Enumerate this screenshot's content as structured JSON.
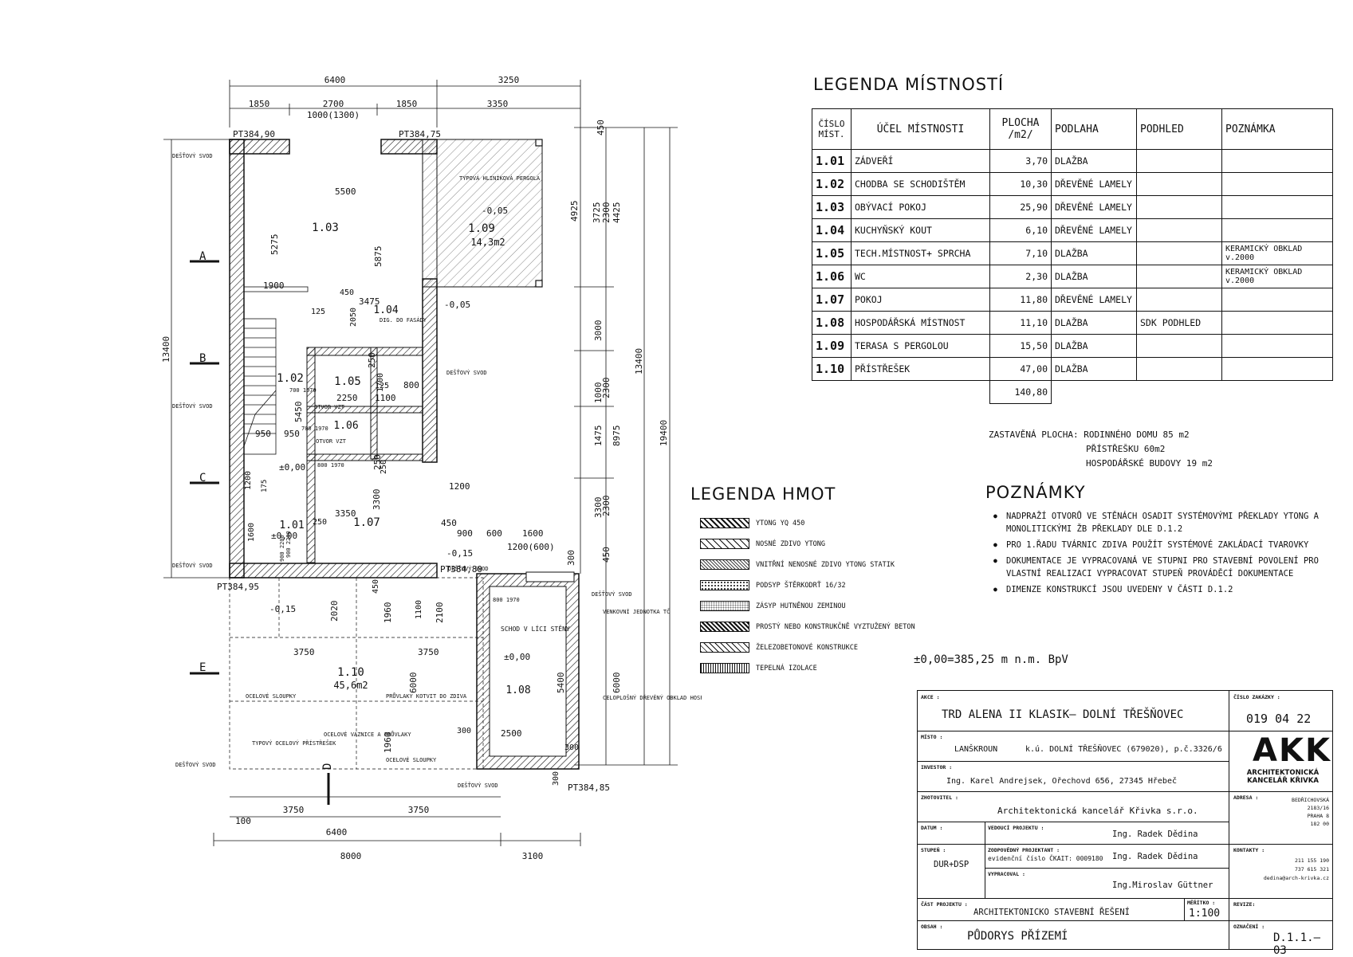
{
  "room_legend": {
    "title": "LEGENDA MÍSTNOSTÍ",
    "headers": {
      "num": "ČÍSLO MÍST.",
      "purpose": "ÚČEL MÍSTNOSTI",
      "area": "PLOCHA /m2/",
      "floor": "PODLAHA",
      "ceiling": "PODHLED",
      "note": "POZNÁMKA"
    },
    "rows": [
      {
        "num": "1.01",
        "purpose": "ZÁDVEŘÍ",
        "area": "3,70",
        "floor": "DLAŽBA",
        "ceiling": "",
        "note": ""
      },
      {
        "num": "1.02",
        "purpose": "CHODBA SE SCHODIŠTĚM",
        "area": "10,30",
        "floor": "DŘEVĚNÉ LAMELY",
        "ceiling": "",
        "note": ""
      },
      {
        "num": "1.03",
        "purpose": "OBÝVACÍ POKOJ",
        "area": "25,90",
        "floor": "DŘEVĚNÉ LAMELY",
        "ceiling": "",
        "note": ""
      },
      {
        "num": "1.04",
        "purpose": "KUCHYŇSKÝ KOUT",
        "area": "6,10",
        "floor": "DŘEVĚNÉ LAMELY",
        "ceiling": "",
        "note": ""
      },
      {
        "num": "1.05",
        "purpose": "TECH.MÍSTNOST+ SPRCHA",
        "area": "7,10",
        "floor": "DLAŽBA",
        "ceiling": "",
        "note": "KERAMICKÝ OBKLAD v.2000"
      },
      {
        "num": "1.06",
        "purpose": "WC",
        "area": "2,30",
        "floor": "DLAŽBA",
        "ceiling": "",
        "note": "KERAMICKÝ OBKLAD v.2000"
      },
      {
        "num": "1.07",
        "purpose": "POKOJ",
        "area": "11,80",
        "floor": "DŘEVĚNÉ LAMELY",
        "ceiling": "",
        "note": ""
      },
      {
        "num": "1.08",
        "purpose": "HOSPODÁŘSKÁ MÍSTNOST",
        "area": "11,10",
        "floor": "DLAŽBA",
        "ceiling": "SDK PODHLED",
        "note": ""
      },
      {
        "num": "1.09",
        "purpose": "TERASA S PERGOLOU",
        "area": "15,50",
        "floor": "DLAŽBA",
        "ceiling": "",
        "note": ""
      },
      {
        "num": "1.10",
        "purpose": "PŘÍSTŘEŠEK",
        "area": "47,00",
        "floor": "DLAŽBA",
        "ceiling": "",
        "note": ""
      }
    ],
    "total": "140,80"
  },
  "built_area": {
    "line1": "ZASTAVĚNÁ PLOCHA: RODINNÉHO DOMU 85 m2",
    "line2": "PŘÍSTŘEŠKU 60m2",
    "line3": "HOSPODÁŘSKÉ BUDOVY 19 m2"
  },
  "notes": {
    "title": "POZNÁMKY",
    "items": [
      "NADPRAŽÍ OTVORŮ VE STĚNÁCH OSADIT SYSTÉMOVÝMI PŘEKLADY YTONG A MONOLITICKÝMI ŽB PŘEKLADY DLE D.1.2",
      "PRO 1.ŘADU TVÁRNIC ZDIVA POUŽÍT SYSTÉMOVÉ ZAKLÁDACÍ TVAROVKY",
      "DOKUMENTACE JE VYPRACOVANÁ VE STUPNI PRO STAVEBNÍ POVOLENÍ PRO VLASTNÍ REALIZACI VYPRACOVAT STUPEŇ PROVÁDĚCÍ DOKUMENTACE",
      "DIMENZE KONSTRUKCÍ JSOU UVEDENY V ČÁSTI D.1.2"
    ]
  },
  "mass_legend": {
    "title": "LEGENDA HMOT",
    "items": [
      "YTONG YQ 450",
      "NOSNÉ ZDIVO YTONG",
      "VNITŘNÍ NENOSNÉ ZDIVO YTONG STATIK",
      "PODSYP ŠTĚRKODRŤ 16/32",
      "ZÁSYP HUTNĚNOU ZEMINOU",
      "PROSTÝ NEBO KONSTRUKČNĚ VYZTUŽENÝ BETON",
      "ŽELEZOBETONOVÉ KONSTRUKCE",
      "TEPELNÁ IZOLACE"
    ]
  },
  "datum": "±0,00=385,25 m n.m. BpV",
  "title_block": {
    "akce_label": "AKCE :",
    "akce": "TRD ALENA II KLASIK– DOLNÍ TŘEŠŇOVEC",
    "zakazka_label": "ČÍSLO ZAKÁZKY :",
    "zakazka": "019 04 22",
    "misto_label": "MÍSTO :",
    "misto": "LANŠKROUN",
    "misto_detail": "k.ú. DOLNÍ TŘEŠŇOVEC (679020), p.č.3326/6",
    "investor_label": "INVESTOR :",
    "investor": "Ing. Karel Andrejsek, Ořechovd 656, 27345 Hřebeč",
    "zhotovitel_label": "ZHOTOVITEL :",
    "zhotovitel": "Architektonická kancelář Křivka s.r.o.",
    "logo": "AKK",
    "logo_sub1": "ARCHITEKTONICKÁ",
    "logo_sub2": "KANCELÁŘ KŘIVKA",
    "adresa_label": "ADRESA :",
    "adresa": [
      "BEDŘICHOVSKÁ",
      "2183/16",
      "PRAHA 8",
      "182 00"
    ],
    "datum_label": "DATUM :",
    "vedouci_label": "VEDOUCÍ PROJEKTU :",
    "vedouci": "Ing. Radek Dědina",
    "stupen_label": "STUPEŇ :",
    "stupen": "DUR+DSP",
    "zodpovedny_label": "ZODPOVĚDNÝ PROJEKTANT :",
    "ckait": "evidenční číslo ČKAIT: 0009180",
    "zodpovedny": "Ing. Radek Dědina",
    "kontakty_label": "KONTAKTY :",
    "kontakty": [
      "211 155 190",
      "737 615 321",
      "dedina@arch-krivka.cz"
    ],
    "vypracoval_label": "VYPRACOVAL :",
    "vypracoval": "Ing.Miroslav Güttner",
    "cast_label": "ČÁST PROJEKTU :",
    "cast": "ARCHITEKTONICKO STAVEBNÍ ŘEŠENÍ",
    "meritko_label": "MĚŘÍTKO :",
    "meritko": "1:100",
    "revize_label": "REVIZE:",
    "obsah_label": "OBSAH :",
    "obsah": "PŮDORYS PŘÍZEMÍ",
    "oznaceni_label": "OZNAČENÍ :",
    "oznaceni": "D.1.1.–03"
  },
  "plan": {
    "dims_top": [
      "6400",
      "3250",
      "1850",
      "2700",
      "1850",
      "3350",
      "1000(1300)"
    ],
    "dims_bottom": [
      "3750",
      "3750",
      "100",
      "6400",
      "8000",
      "3100"
    ],
    "dims_left": [
      "13400"
    ],
    "dims_right": [
      "450",
      "4925",
      "3725",
      "2300",
      "4425",
      "3000",
      "1000",
      "2300",
      "13400",
      "1475",
      "8975",
      "19400",
      "3300",
      "2300",
      "450",
      "300",
      "6000",
      "5400"
    ],
    "dims_inner": [
      "5500",
      "5275",
      "5875",
      "1900",
      "3475",
      "125",
      "2050",
      "450",
      "2250",
      "1700",
      "125",
      "1100",
      "800",
      "5450",
      "950",
      "950",
      "1200",
      "175",
      "1600",
      "3350",
      "3300",
      "250",
      "250",
      "1200",
      "450",
      "900",
      "600",
      "1600",
      "1200(600)",
      "2020",
      "450",
      "1960",
      "1100",
      "2100",
      "3750",
      "3750",
      "6000",
      "1960",
      "2500",
      "300",
      "300",
      "300",
      "700 1970",
      "700 1970",
      "800 1970",
      "800 1970",
      "900 2200",
      "900 2200",
      "250",
      "250"
    ],
    "rooms": [
      {
        "id": "1.03"
      },
      {
        "id": "1.09",
        "area": "14,3m2"
      },
      {
        "id": "1.04"
      },
      {
        "id": "1.02"
      },
      {
        "id": "1.05"
      },
      {
        "id": "1.06"
      },
      {
        "id": "1.07"
      },
      {
        "id": "1.01"
      },
      {
        "id": "1.10",
        "area": "45,6m2"
      },
      {
        "id": "1.08"
      }
    ],
    "levels": [
      "PT384,90",
      "PT384,75",
      "PT384,95",
      "PT384,80",
      "PT384,85",
      "-0,05",
      "-0,05",
      "-0,15",
      "-0,15",
      "±0,00",
      "±0,00",
      "±0,00"
    ],
    "axes": [
      "A",
      "B",
      "C",
      "E",
      "D"
    ],
    "labels": {
      "drain1": "DEŠŤOVÝ SVOD",
      "drain2": "DEŠŤOVÝ SVOD",
      "drain3": "DEŠŤOVÝ SVOD",
      "drain4": "DEŠŤOVÝ SVOD",
      "drain5": "DEŠŤOVÝ SVOD",
      "drain6": "DEŠŤOVÝ SVOD",
      "drain7": "DEŠŤOVÝ SVOD",
      "drain8": "DEŠŤOVÝ SVOD",
      "pergola": "TYPOVÁ HLINÍKOVÁ PERGOLA",
      "digestor": "DIG. DO FASÁDY",
      "vzt1": "OTVOR VZT",
      "vzt2": "OTVOR VZT",
      "stairs": "SCHOD V LÍCI STĚNY",
      "outdoor": "VENKOVNÍ JEDNOTKA TČ",
      "cladding": "CELOPLOŠNÝ DŘEVĚNÝ OBKLAD HOSPODÁŘSKÉ BUDOVY",
      "columns1": "OCELOVÉ SLOUPKY",
      "columns2": "OCELOVÉ SLOUPKY",
      "beams": "PRŮVLAKY KOTVIT DO ZDIVA",
      "shelter": "TYPOVÝ OCELOVÝ PŘÍSTŘEŠEK",
      "trusses": "OCELOVÉ VAZNICE A PRŮVLAKY"
    }
  }
}
